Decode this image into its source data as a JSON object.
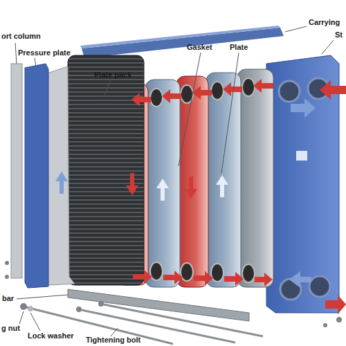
{
  "diagram": {
    "labels": [
      "ort column",
      "Pressure plate",
      "Plate pack",
      "Gasket",
      "Plate",
      "Carrying",
      "St",
      "bar",
      "g nut",
      "Lock washer",
      "Tightening bolt"
    ]
  }
}
